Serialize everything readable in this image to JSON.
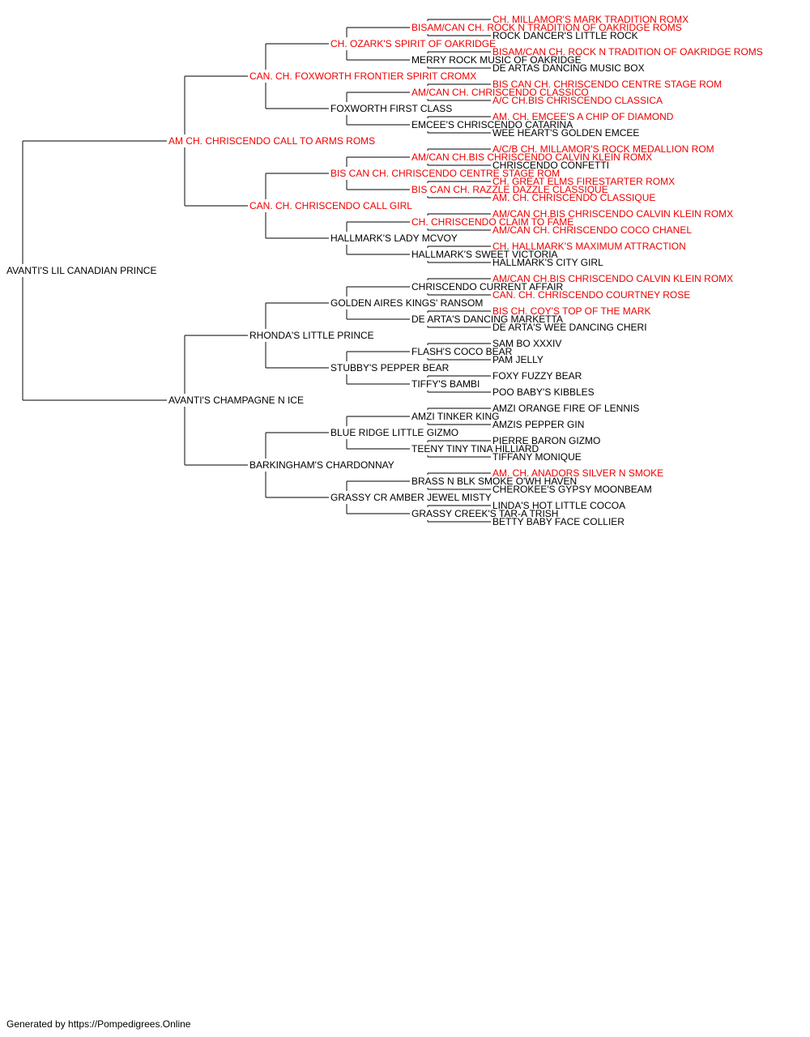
{
  "footer": "Generated by https://Pompedigrees.Online",
  "colors": {
    "champion": "#ee0000",
    "normal": "#000000",
    "line": "#333333"
  },
  "pedigree": {
    "name": "AVANTI'S LIL CANADIAN PRINCE",
    "champion": false,
    "sire": {
      "name": "AM CH. CHRISCENDO CALL TO ARMS ROMS",
      "champion": true,
      "sire": {
        "name": "CAN. CH. FOXWORTH FRONTIER SPIRIT CROMX",
        "champion": true,
        "sire": {
          "name": "CH. OZARK'S SPIRIT OF OAKRIDGE",
          "champion": true,
          "sire": {
            "name": "BISAM/CAN CH. ROCK N TRADITION OF OAKRIDGE ROMS",
            "champion": true,
            "sire": {
              "name": "CH. MILLAMOR'S MARK TRADITION ROMX",
              "champion": true
            },
            "dam": {
              "name": "ROCK DANCER'S LITTLE ROCK",
              "champion": false
            }
          },
          "dam": {
            "name": "MERRY ROCK MUSIC OF OAKRIDGE",
            "champion": false,
            "sire": {
              "name": "BISAM/CAN CH. ROCK N TRADITION OF OAKRIDGE ROMS",
              "champion": true
            },
            "dam": {
              "name": "DE ARTAS DANCING MUSIC BOX",
              "champion": false
            }
          }
        },
        "dam": {
          "name": "FOXWORTH FIRST CLASS",
          "champion": false,
          "sire": {
            "name": "AM/CAN CH. CHRISCENDO CLASSICO",
            "champion": true,
            "sire": {
              "name": "BIS CAN CH. CHRISCENDO CENTRE STAGE ROM",
              "champion": true
            },
            "dam": {
              "name": "A/C CH.BIS CHRISCENDO CLASSICA",
              "champion": true
            }
          },
          "dam": {
            "name": "EMCEE'S CHRISCENDO CATARINA",
            "champion": false,
            "sire": {
              "name": "AM. CH. EMCEE'S A CHIP OF DIAMOND",
              "champion": true
            },
            "dam": {
              "name": "WEE HEART'S GOLDEN EMCEE",
              "champion": false
            }
          }
        }
      },
      "dam": {
        "name": "CAN. CH. CHRISCENDO CALL GIRL",
        "champion": true,
        "sire": {
          "name": "BIS CAN CH. CHRISCENDO CENTRE STAGE ROM",
          "champion": true,
          "sire": {
            "name": "AM/CAN CH.BIS CHRISCENDO CALVIN KLEIN ROMX",
            "champion": true,
            "sire": {
              "name": "A/C/B CH. MILLAMOR'S ROCK MEDALLION ROM",
              "champion": true
            },
            "dam": {
              "name": "CHRISCENDO CONFETTI",
              "champion": false
            }
          },
          "dam": {
            "name": "BIS CAN CH. RAZZLE DAZZLE CLASSIQUE",
            "champion": true,
            "sire": {
              "name": "CH. GREAT ELMS FIRESTARTER ROMX",
              "champion": true
            },
            "dam": {
              "name": "AM. CH. CHRISCENDO CLASSIQUE",
              "champion": true
            }
          }
        },
        "dam": {
          "name": "HALLMARK'S LADY MCVOY",
          "champion": false,
          "sire": {
            "name": "CH. CHRISCENDO CLAIM TO FAME",
            "champion": true,
            "sire": {
              "name": "AM/CAN CH.BIS CHRISCENDO CALVIN KLEIN ROMX",
              "champion": true
            },
            "dam": {
              "name": "AM/CAN CH. CHRISCENDO COCO CHANEL",
              "champion": true
            }
          },
          "dam": {
            "name": "HALLMARK'S SWEET VICTORIA",
            "champion": false,
            "sire": {
              "name": "CH. HALLMARK'S MAXIMUM ATTRACTION",
              "champion": true
            },
            "dam": {
              "name": "HALLMARK'S CITY GIRL",
              "champion": false
            }
          }
        }
      }
    },
    "dam": {
      "name": "AVANTI'S CHAMPAGNE N ICE",
      "champion": false,
      "sire": {
        "name": "RHONDA'S LITTLE PRINCE",
        "champion": false,
        "sire": {
          "name": "GOLDEN AIRES KINGS' RANSOM",
          "champion": false,
          "sire": {
            "name": "CHRISCENDO CURRENT AFFAIR",
            "champion": false,
            "sire": {
              "name": "AM/CAN CH.BIS CHRISCENDO CALVIN KLEIN ROMX",
              "champion": true
            },
            "dam": {
              "name": "CAN. CH. CHRISCENDO COURTNEY ROSE",
              "champion": true
            }
          },
          "dam": {
            "name": "DE ARTA'S DANCING MARKETTA",
            "champion": false,
            "sire": {
              "name": "BIS CH. COY'S TOP OF THE MARK",
              "champion": true
            },
            "dam": {
              "name": "DE ARTA'S WEE DANCING CHERI",
              "champion": false
            }
          }
        },
        "dam": {
          "name": "STUBBY'S PEPPER BEAR",
          "champion": false,
          "sire": {
            "name": "FLASH'S COCO BEAR",
            "champion": false,
            "sire": {
              "name": "SAM BO XXXIV",
              "champion": false
            },
            "dam": {
              "name": "PAM JELLY",
              "champion": false
            }
          },
          "dam": {
            "name": "TIFFY'S BAMBI",
            "champion": false,
            "sire": {
              "name": "FOXY FUZZY BEAR",
              "champion": false
            },
            "dam": {
              "name": "POO BABY'S KIBBLES",
              "champion": false
            }
          }
        }
      },
      "dam": {
        "name": "BARKINGHAM'S CHARDONNAY",
        "champion": false,
        "sire": {
          "name": "BLUE RIDGE LITTLE GIZMO",
          "champion": false,
          "sire": {
            "name": "AMZI TINKER KING",
            "champion": false,
            "sire": {
              "name": "AMZI ORANGE FIRE OF LENNIS",
              "champion": false
            },
            "dam": {
              "name": "AMZIS PEPPER GIN",
              "champion": false
            }
          },
          "dam": {
            "name": "TEENY TINY TINA HILLIARD",
            "champion": false,
            "sire": {
              "name": "PIERRE BARON GIZMO",
              "champion": false
            },
            "dam": {
              "name": "TIFFANY MONIQUE",
              "champion": false
            }
          }
        },
        "dam": {
          "name": "GRASSY CR AMBER JEWEL MISTY",
          "champion": false,
          "sire": {
            "name": "BRASS N BLK SMOKE O'WH HAVEN",
            "champion": false,
            "sire": {
              "name": "AM. CH. ANADORS SILVER N SMOKE",
              "champion": true
            },
            "dam": {
              "name": "CHEROKEE'S GYPSY MOONBEAM",
              "champion": false
            }
          },
          "dam": {
            "name": "GRASSY CREEK'S TAR-A TRISH",
            "champion": false,
            "sire": {
              "name": "LINDA'S HOT LITTLE COCOA",
              "champion": false
            },
            "dam": {
              "name": "BETTY BABY FACE COLLIER",
              "champion": false
            }
          }
        }
      }
    }
  }
}
